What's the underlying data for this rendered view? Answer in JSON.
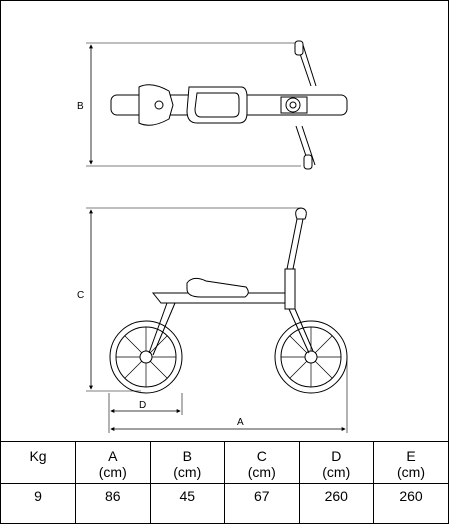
{
  "dimension_labels": {
    "top_height": "B",
    "side_height": "C",
    "wheelbase": "D",
    "length": "A"
  },
  "table": {
    "headers": [
      {
        "label": "Kg",
        "unit": ""
      },
      {
        "label": "A",
        "unit": "(cm)"
      },
      {
        "label": "B",
        "unit": "(cm)"
      },
      {
        "label": "C",
        "unit": "(cm)"
      },
      {
        "label": "D",
        "unit": "(cm)"
      },
      {
        "label": "E",
        "unit": "(cm)"
      }
    ],
    "values": [
      "9",
      "86",
      "45",
      "67",
      "260",
      "260"
    ]
  }
}
